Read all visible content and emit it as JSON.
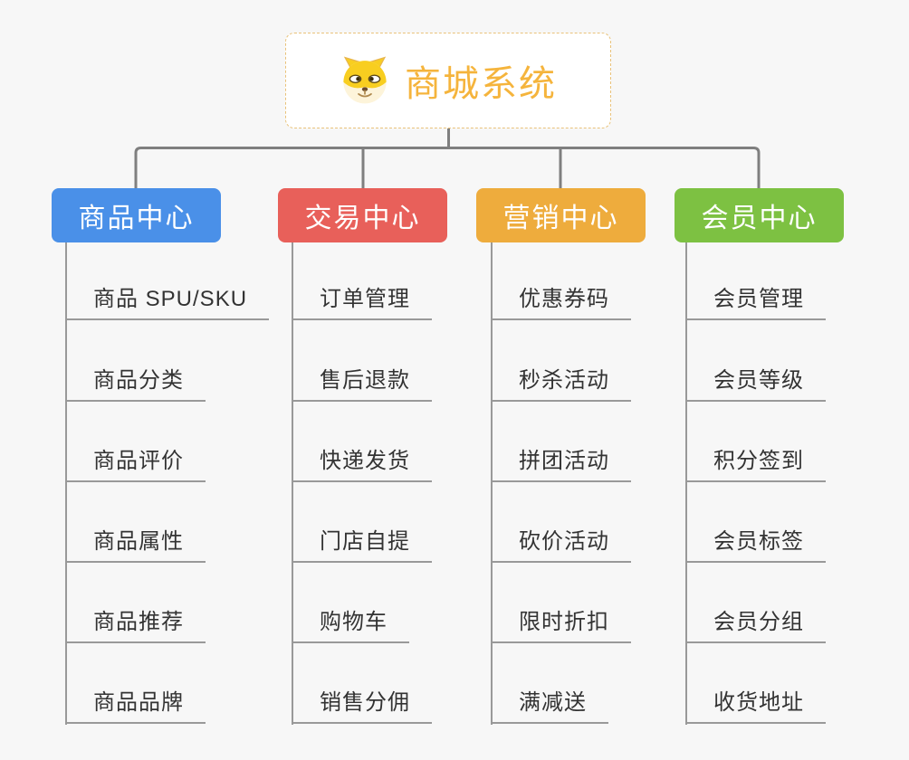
{
  "page": {
    "background": "#f7f7f7"
  },
  "root": {
    "title": "商城系统",
    "icon": "dog-face-icon",
    "text_color": "#f5b43c",
    "border_color": "#e9c27a"
  },
  "connector_colors": {
    "tree": "#7f7f7f",
    "leaf": "#999999"
  },
  "branches": [
    {
      "label": "商品中心",
      "color": "#4a90e8",
      "items": [
        "商品 SPU/SKU",
        "商品分类",
        "商品评价",
        "商品属性",
        "商品推荐",
        "商品品牌"
      ]
    },
    {
      "label": "交易中心",
      "color": "#e8605a",
      "items": [
        "订单管理",
        "售后退款",
        "快递发货",
        "门店自提",
        "购物车",
        "销售分佣"
      ]
    },
    {
      "label": "营销中心",
      "color": "#eeac3d",
      "items": [
        "优惠券码",
        "秒杀活动",
        "拼团活动",
        "砍价活动",
        "限时折扣",
        "满减送"
      ]
    },
    {
      "label": "会员中心",
      "color": "#7dc142",
      "items": [
        "会员管理",
        "会员等级",
        "积分签到",
        "会员标签",
        "会员分组",
        "收货地址"
      ]
    }
  ]
}
